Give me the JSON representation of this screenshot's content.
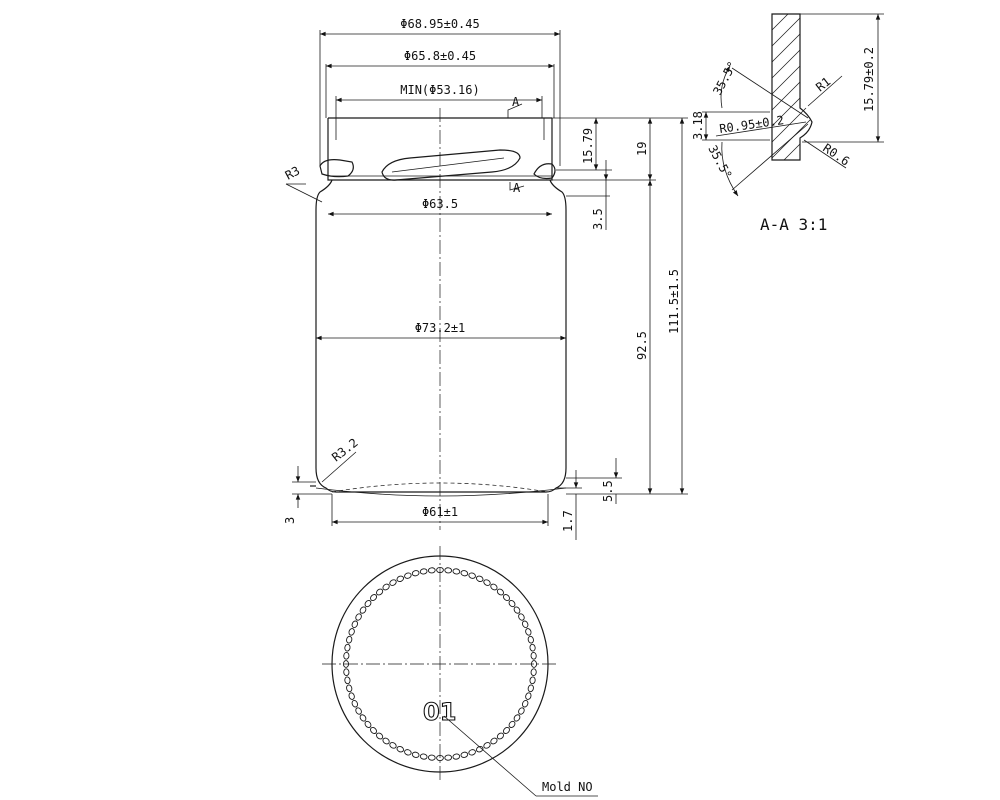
{
  "dimensions": {
    "d_top_outer": "Φ68.95±0.45",
    "d_top_inner": "Φ65.8±0.45",
    "d_min": "MIN(Φ53.16)",
    "d_neck": "Φ63.5",
    "d_body": "Φ73.2±1",
    "d_base": "Φ61±1",
    "r_shoulder": "R3",
    "r_base": "R3.2",
    "h_thread": "15.79",
    "h_finish": "19",
    "h_neck": "3.5",
    "h_body": "92.5",
    "h_total": "111.5±1.5",
    "h_base": "5.5",
    "h_push": "1.7",
    "h_left": "3"
  },
  "section": {
    "label_a_top": "A",
    "label_a_bottom": "A",
    "title": "A-A 3:1",
    "angle_top": "35.5°",
    "angle_bottom": "35.5°",
    "r1": "R1",
    "r095": "R0.95±0.2",
    "r06": "R0.6",
    "h_318": "3.18",
    "h_1579": "15.79±0.2"
  },
  "bottom_view": {
    "mold_number": "01",
    "mold_label": "Mold NO"
  }
}
